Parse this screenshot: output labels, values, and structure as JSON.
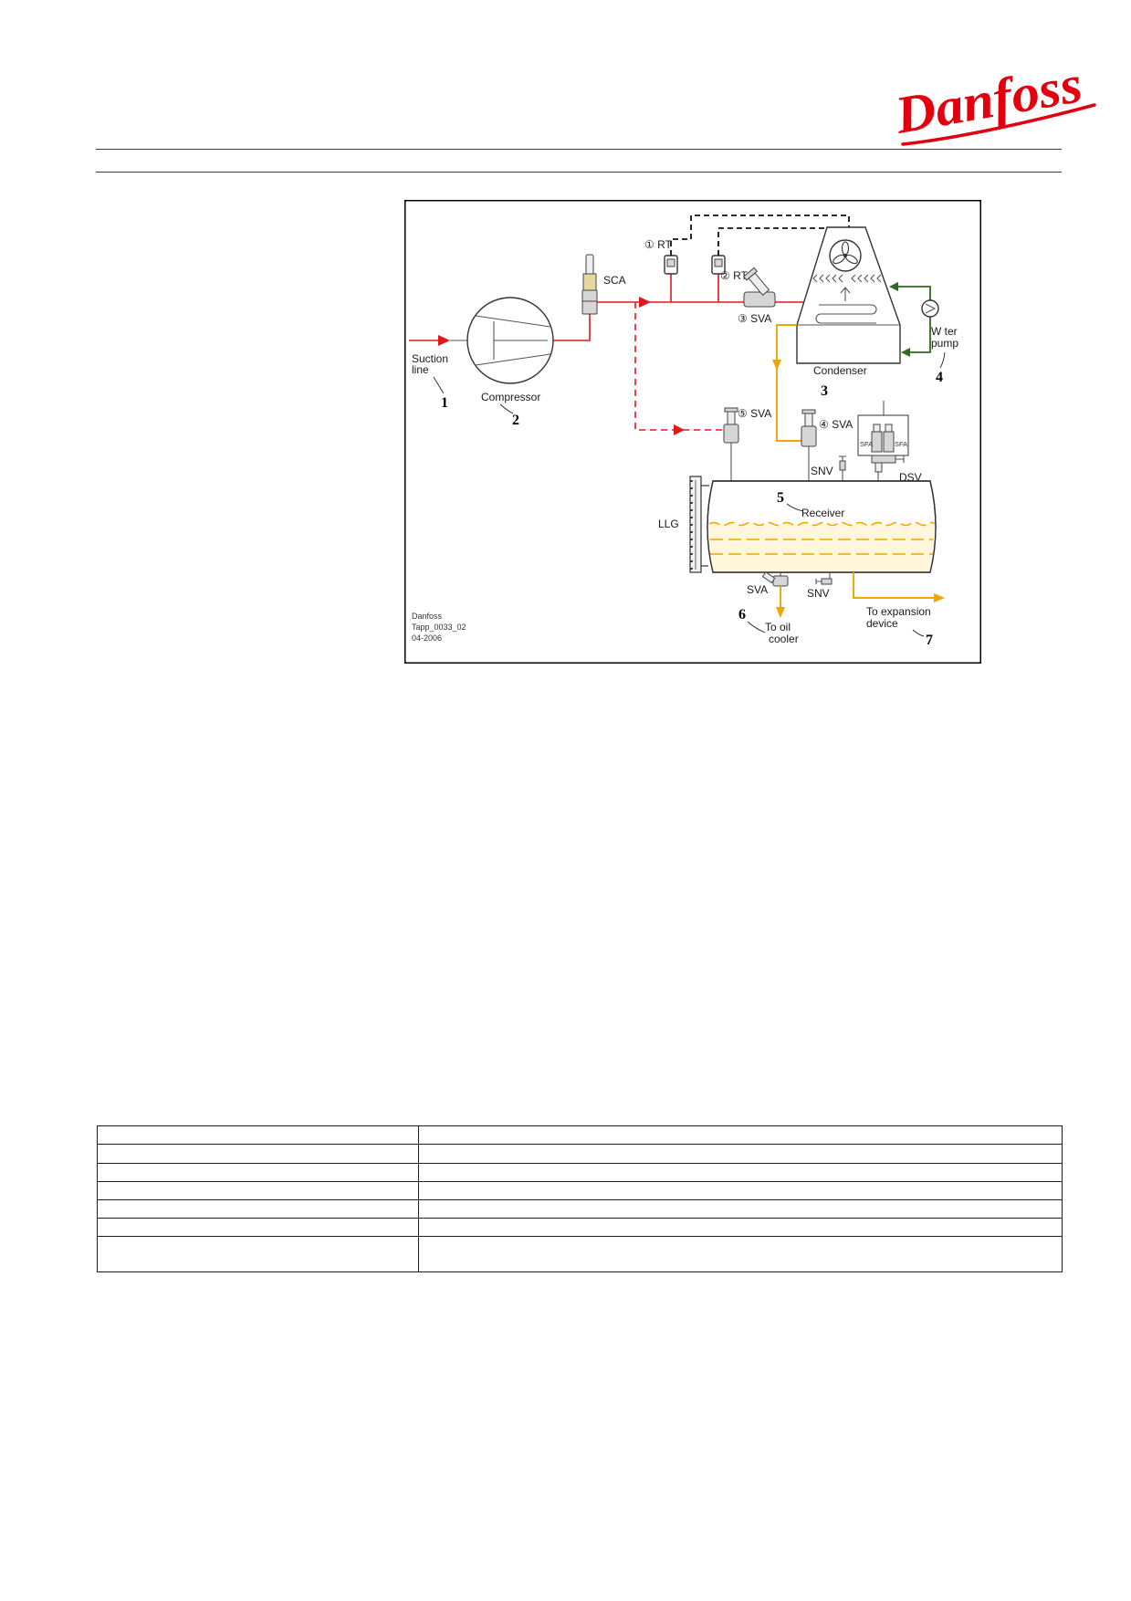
{
  "logo": {
    "text": "Danfoss",
    "color": "#e2000f"
  },
  "figure": {
    "labels": {
      "suction_line_1": "Suction",
      "suction_line_2": "line",
      "compressor": "Compressor",
      "sca": "SCA",
      "rt1": "① RT",
      "rt2": "② RT",
      "sva3": "③ SVA",
      "condenser": "Condenser",
      "water_pump_1": "W ter",
      "water_pump_2": "pump",
      "sva5": "⑤ SVA",
      "sva4": "④ SVA",
      "snv_top": "SNV",
      "sfa_left": "SFA",
      "sfa_right": "SFA",
      "dsv": "DSV",
      "receiver": "Receiver",
      "llg": "LLG",
      "sva_bottom": "SVA",
      "snv_bottom": "SNV",
      "oil_cooler_1": "To oil",
      "oil_cooler_2": "cooler",
      "expansion_1": "To expansion",
      "expansion_2": "device"
    },
    "numbers": {
      "suction_line": "1",
      "compressor": "2",
      "condenser": "3",
      "water_pump": "4",
      "receiver": "5",
      "oil_cooler": "6",
      "expansion_device": "7"
    },
    "credit": {
      "line1": "Danfoss",
      "line2": "Tapp_0033_02",
      "line3": "04-2006"
    },
    "colors": {
      "discharge_line": "#e3161d",
      "liquid_line": "#f0a500",
      "water_line": "#2e6b1f"
    }
  }
}
